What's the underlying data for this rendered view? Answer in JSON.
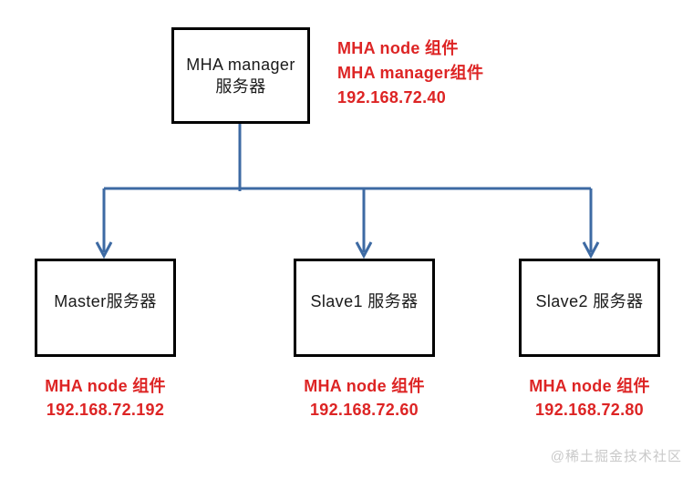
{
  "manager": {
    "box_line1": "MHA manager",
    "box_line2": "服务器",
    "note": {
      "line1": "MHA node 组件",
      "line2": "MHA manager组件",
      "line3": "192.168.72.40"
    }
  },
  "servers": [
    {
      "label": "Master服务器",
      "note_line1": "MHA node 组件",
      "note_line2": "192.168.72.192"
    },
    {
      "label": "Slave1 服务器",
      "note_line1": "MHA node 组件",
      "note_line2": "192.168.72.60"
    },
    {
      "label": "Slave2 服务器",
      "note_line1": "MHA node 组件",
      "note_line2": "192.168.72.80"
    }
  ],
  "watermark": "@稀土掘金技术社区",
  "colors": {
    "connector": "#3d6aa3",
    "annotation": "#dd2424",
    "box_border": "#000000",
    "box_text": "#1a1a1a",
    "watermark": "#c9c9c9"
  }
}
